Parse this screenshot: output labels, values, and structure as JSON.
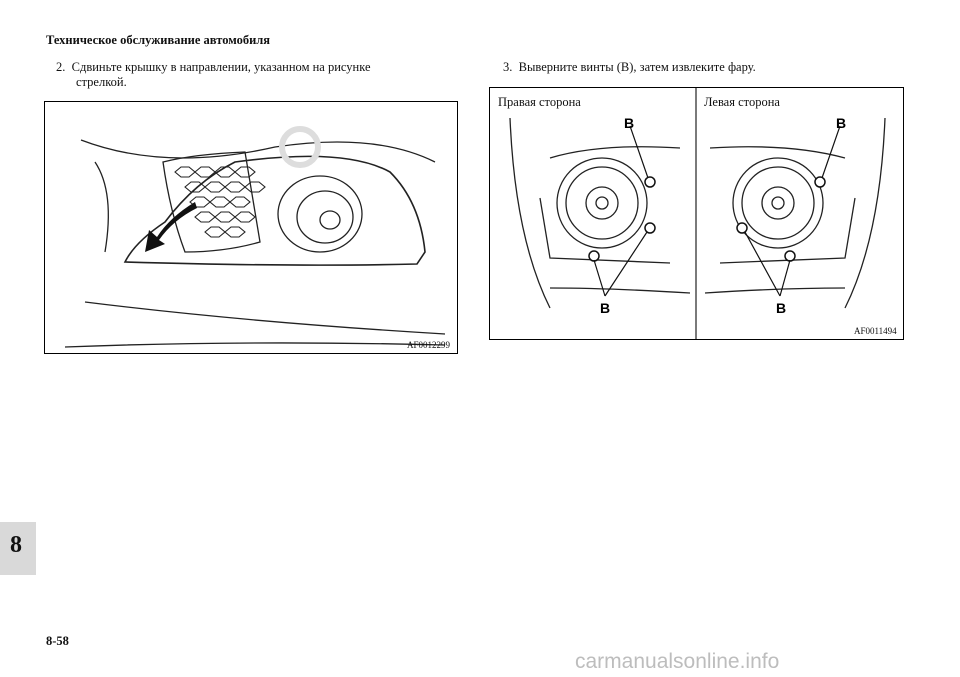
{
  "header": {
    "title": "Техническое обслуживание автомобиля"
  },
  "step2": {
    "num": "2.",
    "line1": "Сдвиньте крышку в направлении, указанном на рисунке",
    "line2": "стрелкой."
  },
  "step3": {
    "num": "3.",
    "text": "Выверните винты (B), затем извлеките фару."
  },
  "figure1": {
    "code": "AF0012299"
  },
  "figure2": {
    "code": "AF0011494",
    "right_label": "Правая сторона",
    "left_label": "Левая сторона",
    "callout": "B"
  },
  "chapter_tab": {
    "number": "8"
  },
  "footer": {
    "page": "8-58",
    "watermark": "carmanualsonline.info"
  }
}
